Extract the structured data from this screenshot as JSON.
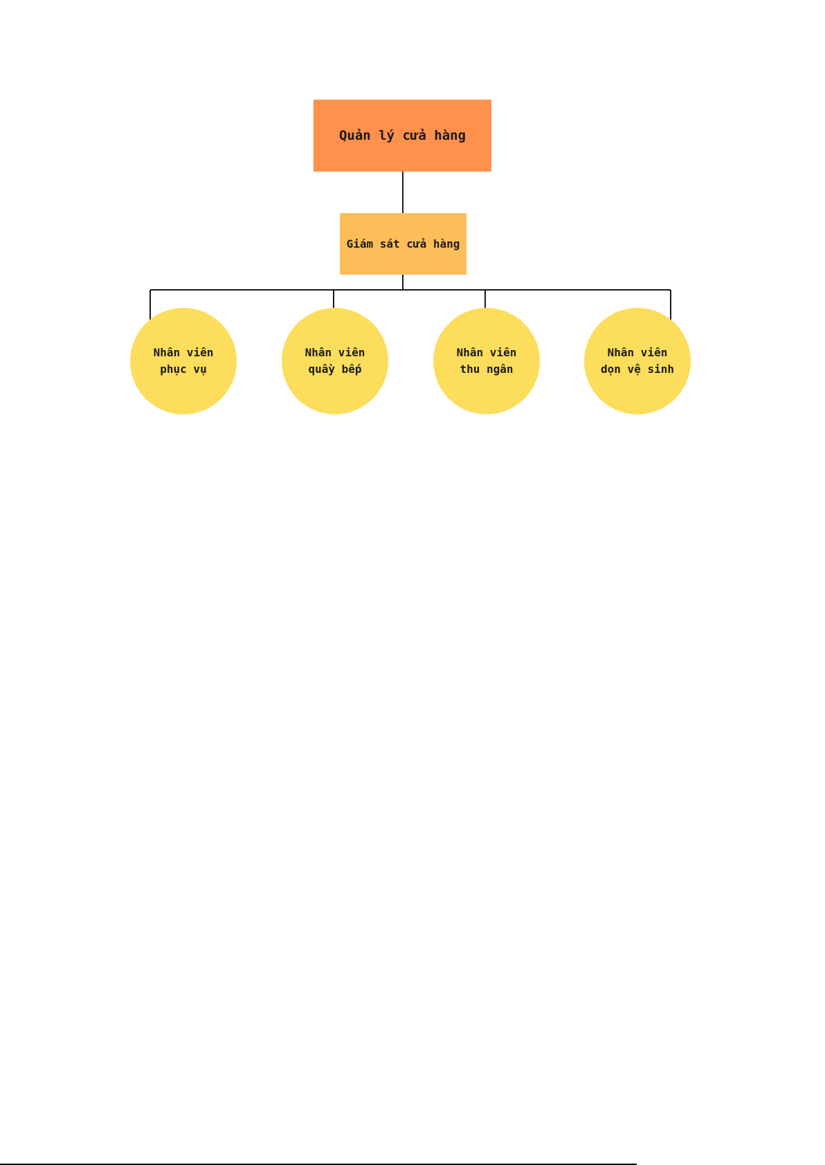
{
  "diagram": {
    "type": "org-chart",
    "colors": {
      "manager_fill": "#FF914D",
      "supervisor_fill": "#FDBD59",
      "staff_fill": "#FDDD5C",
      "connector": "#1a1a1a"
    },
    "manager": {
      "label": "Quản lý cửa hàng"
    },
    "supervisor": {
      "label": "Giám sát cửa hàng"
    },
    "staff": [
      {
        "line1": "Nhân viên",
        "line2": "phục vụ"
      },
      {
        "line1": "Nhân viên",
        "line2": "quầy bếp"
      },
      {
        "line1": "Nhân viên",
        "line2": "thu ngân"
      },
      {
        "line1": "Nhân viên",
        "line2": "dọn vệ sinh"
      }
    ],
    "edges": [
      [
        "manager",
        "supervisor"
      ],
      [
        "supervisor",
        "staff.0"
      ],
      [
        "supervisor",
        "staff.1"
      ],
      [
        "supervisor",
        "staff.2"
      ],
      [
        "supervisor",
        "staff.3"
      ]
    ]
  }
}
